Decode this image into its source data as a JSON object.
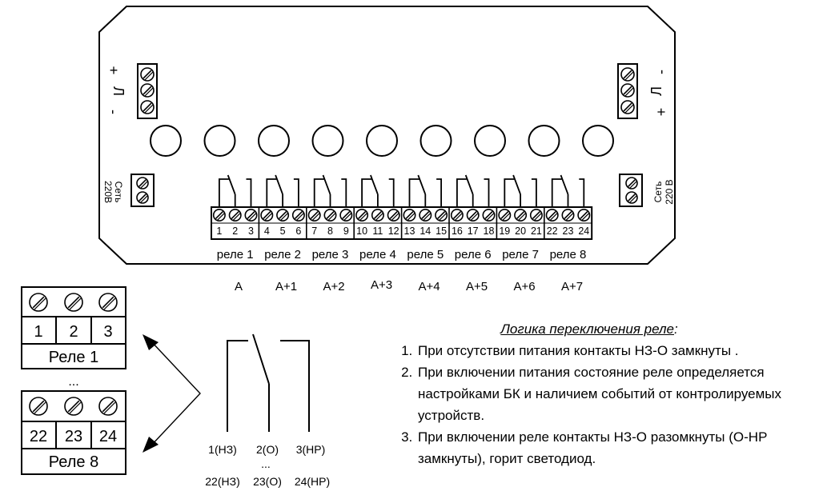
{
  "power_left": {
    "plus": "+",
    "symbol": "Л",
    "minus": "-"
  },
  "power_right": {
    "minus": "-",
    "symbol": "Л",
    "plus": "+"
  },
  "mains_left": {
    "line1": "Сеть",
    "line2": "220В"
  },
  "mains_right": {
    "line1": "Сеть",
    "line2": "220 В"
  },
  "terminal_numbers": [
    "1",
    "2",
    "3",
    "4",
    "5",
    "6",
    "7",
    "8",
    "9",
    "10",
    "11",
    "12",
    "13",
    "14",
    "15",
    "16",
    "17",
    "18",
    "19",
    "20",
    "21",
    "22",
    "23",
    "24"
  ],
  "relay_labels": [
    "реле 1",
    "реле 2",
    "реле 3",
    "реле 4",
    "реле 5",
    "реле 6",
    "реле 7",
    "реле 8"
  ],
  "addresses": [
    "A",
    "A+1",
    "A+2",
    "A+3",
    "A+4",
    "A+5",
    "A+6",
    "A+7"
  ],
  "detail_top": {
    "numbers": [
      "1",
      "2",
      "3"
    ],
    "name": "Реле 1"
  },
  "detail_ellipsis": "...",
  "detail_bottom": {
    "numbers": [
      "22",
      "23",
      "24"
    ],
    "name": "Реле 8"
  },
  "contact_labels": {
    "row1": [
      "1(НЗ)",
      "2(О)",
      "3(НР)"
    ],
    "ellipsis": "...",
    "row2": [
      "22(НЗ)",
      "23(О)",
      "24(НР)"
    ]
  },
  "legend": {
    "title": "Логика переключения реле",
    "title_colon": ":",
    "items": [
      "При отсутствии питания  контакты НЗ-О замкнуты .",
      "При включении питания состояние реле определяется настройками БК и наличием событий от контролируемых устройств.",
      "При включении реле контакты НЗ-О разомкнуты (О-НР замкнуты), горит светодиод."
    ]
  }
}
